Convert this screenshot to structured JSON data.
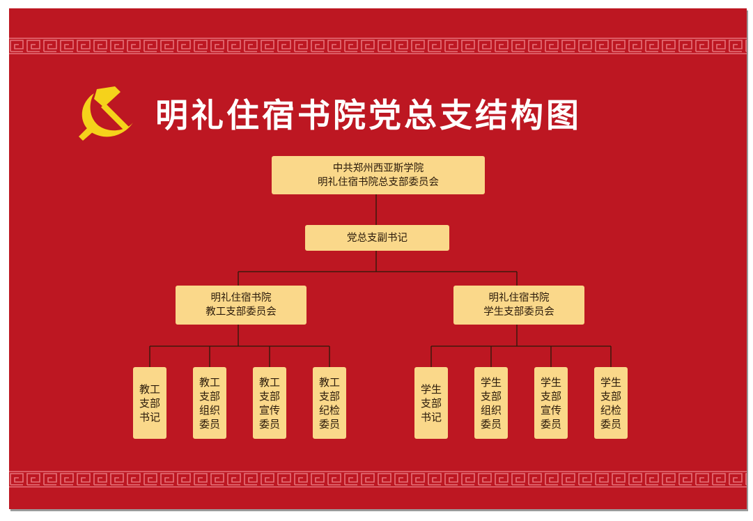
{
  "title": "明礼住宿书院党总支结构图",
  "colors": {
    "background": "#bd1722",
    "box": "#fad88a",
    "emblem": "#f5d21b",
    "line": "#2a1a0a",
    "title_text": "#ffffff"
  },
  "icons": {
    "emblem": "hammer-sickle-icon"
  },
  "root": {
    "line1": "中共郑州西亚斯学院",
    "line2": "明礼住宿书院总支部委员会"
  },
  "secretary": {
    "label": "党总支副书记"
  },
  "branches": [
    {
      "line1": "明礼住宿书院",
      "line2": "教工支部委员会",
      "roles": [
        {
          "lines": [
            "教工",
            "支部",
            "书记"
          ]
        },
        {
          "lines": [
            "教工",
            "支部",
            "组织",
            "委员"
          ]
        },
        {
          "lines": [
            "教工",
            "支部",
            "宣传",
            "委员"
          ]
        },
        {
          "lines": [
            "教工",
            "支部",
            "纪检",
            "委员"
          ]
        }
      ]
    },
    {
      "line1": "明礼住宿书院",
      "line2": "学生支部委员会",
      "roles": [
        {
          "lines": [
            "学生",
            "支部",
            "书记"
          ]
        },
        {
          "lines": [
            "学生",
            "支部",
            "组织",
            "委员"
          ]
        },
        {
          "lines": [
            "学生",
            "支部",
            "宣传",
            "委员"
          ]
        },
        {
          "lines": [
            "学生",
            "支部",
            "纪检",
            "委员"
          ]
        }
      ]
    }
  ]
}
